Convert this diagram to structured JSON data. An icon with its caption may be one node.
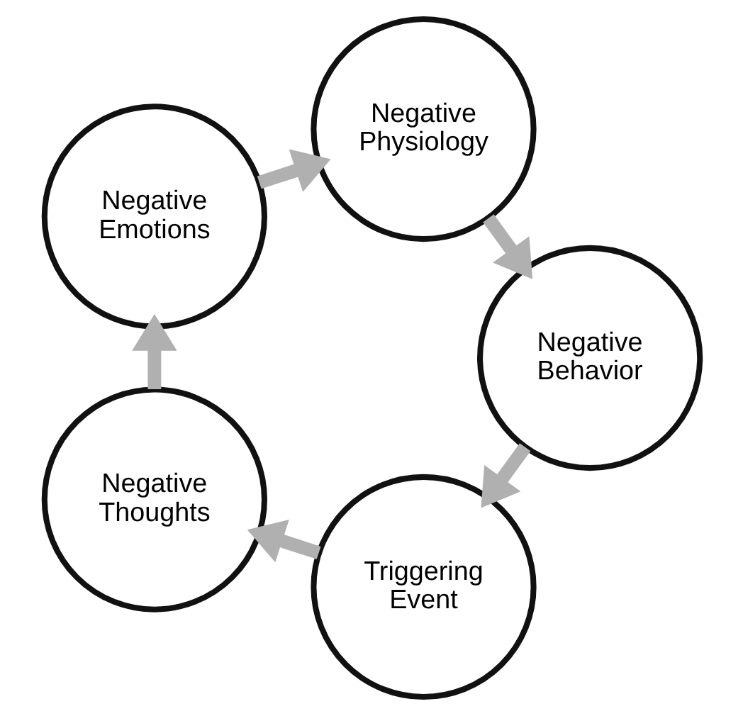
{
  "diagram": {
    "nodes": [
      {
        "text": [
          "Triggering Event"
        ]
      },
      {
        "text": [
          "Negative Thoughts"
        ]
      },
      {
        "text": [
          "Negative Emotions"
        ]
      },
      {
        "text": [
          "Negative Physiology"
        ]
      },
      {
        "text": [
          "Negative Behavior"
        ]
      }
    ],
    "edges": [
      {
        "from": 0,
        "to": 1,
        "arrow": "to"
      },
      {
        "from": 1,
        "to": 2,
        "arrow": "to"
      },
      {
        "from": 2,
        "to": 3,
        "arrow": "to"
      },
      {
        "from": 3,
        "to": 4,
        "arrow": "to"
      },
      {
        "from": 4,
        "to": 0,
        "arrow": "to"
      }
    ]
  }
}
